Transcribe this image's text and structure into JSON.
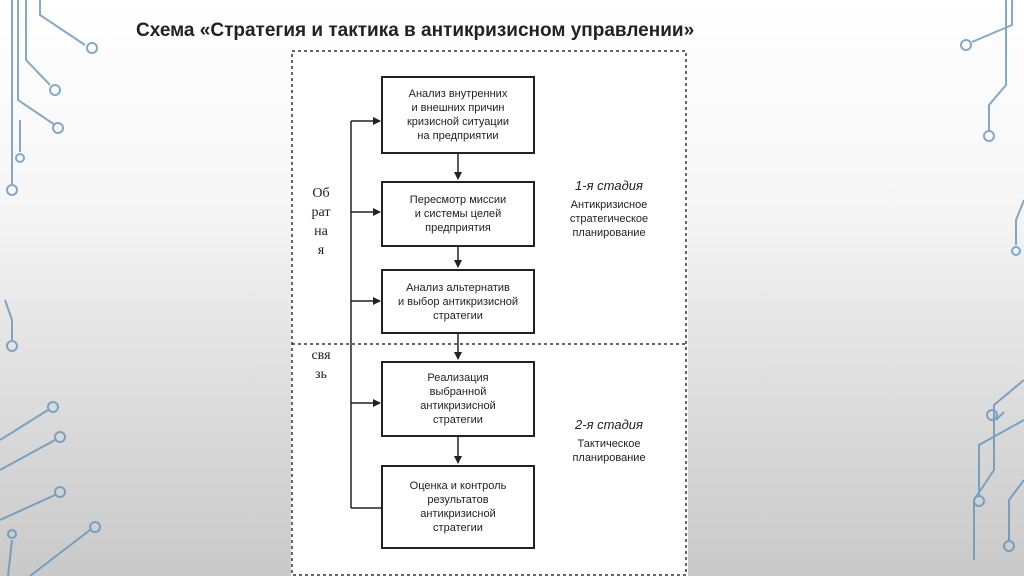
{
  "title": "Схема «Стратегия и тактика в антикризисном управлении»",
  "boxes": [
    "Анализ внутренних\nи внешних причин\nкризисной ситуации\nна предприятии",
    "Пересмотр миссии\nи системы целей\nпредприятия",
    "Анализ альтернатив\nи выбор антикризисной\nстратегии",
    "Реализация\nвыбранной\nантикризисной\nстратегии",
    "Оценка и контроль\nрезультатов\nантикризисной\nстратегии"
  ],
  "feedback": {
    "word1": "Обратная",
    "word2": "связь"
  },
  "stages": [
    {
      "heading": "1-я стадия",
      "description": "Антикризисное\nстратегическое\nпланирование"
    },
    {
      "heading": "2-я стадия",
      "description": "Тактическое\nпланирование"
    }
  ],
  "colors": {
    "line": "#222222",
    "circuit": "#5b8fb9"
  }
}
